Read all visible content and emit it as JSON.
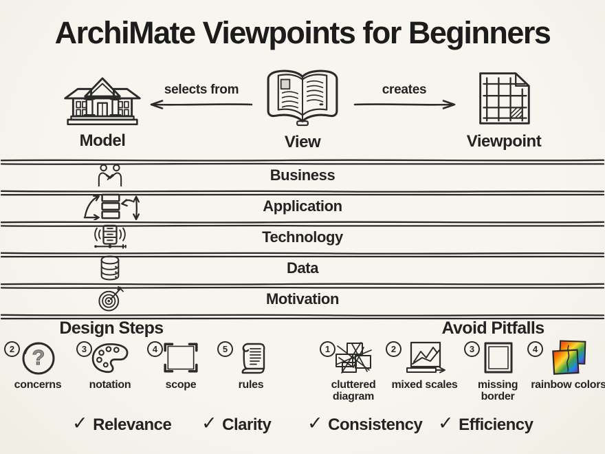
{
  "title": "ArchiMate Viewpoints for Beginners",
  "relationship": {
    "nodes": [
      {
        "label": "Model",
        "icon": "building-icon"
      },
      {
        "label": "View",
        "icon": "open-book-icon"
      },
      {
        "label": "Viewpoint",
        "icon": "grid-page-icon"
      }
    ],
    "arrows": [
      {
        "label": "selects from",
        "from": "View",
        "to": "Model",
        "icon": "arrow-left-icon"
      },
      {
        "label": "creates",
        "from": "View",
        "to": "Viewpoint",
        "icon": "arrow-right-icon"
      }
    ]
  },
  "layers": [
    {
      "label": "Business",
      "icon": "handshake-icon"
    },
    {
      "label": "Application",
      "icon": "components-exchange-icon"
    },
    {
      "label": "Technology",
      "icon": "server-signal-icon"
    },
    {
      "label": "Data",
      "icon": "database-icon"
    },
    {
      "label": "Motivation",
      "icon": "target-dart-icon"
    }
  ],
  "design_steps": {
    "heading": "Design Steps",
    "items": [
      {
        "number": "2",
        "label": "concerns",
        "icon": "question-circle-icon",
        "glyph": "?"
      },
      {
        "number": "3",
        "label": "notation",
        "icon": "palette-icon"
      },
      {
        "number": "4",
        "label": "scope",
        "icon": "selection-frame-icon"
      },
      {
        "number": "5",
        "label": "rules",
        "icon": "scroll-icon"
      }
    ]
  },
  "pitfalls": {
    "heading": "Avoid Pitfalls",
    "items": [
      {
        "number": "1",
        "label": "cluttered diagram",
        "icon": "cluttered-diagram-icon"
      },
      {
        "number": "2",
        "label": "mixed scales",
        "icon": "mixed-scales-icon"
      },
      {
        "number": "3",
        "label": "missing border",
        "icon": "missing-border-icon"
      },
      {
        "number": "4",
        "label": "rainbow colors",
        "icon": "rainbow-squares-icon"
      }
    ]
  },
  "qualities": {
    "check_glyph": "✓",
    "items": [
      "Relevance",
      "Clarity",
      "Consistency",
      "Efficiency"
    ]
  },
  "colors": {
    "background": "#f5f3ec",
    "ink": "#2b2b2b",
    "question_gray": "#8f8f8f",
    "rainbow": [
      "#e53935",
      "#f57c00",
      "#fdd835",
      "#43a047",
      "#1e88e5",
      "#8e24aa"
    ]
  }
}
